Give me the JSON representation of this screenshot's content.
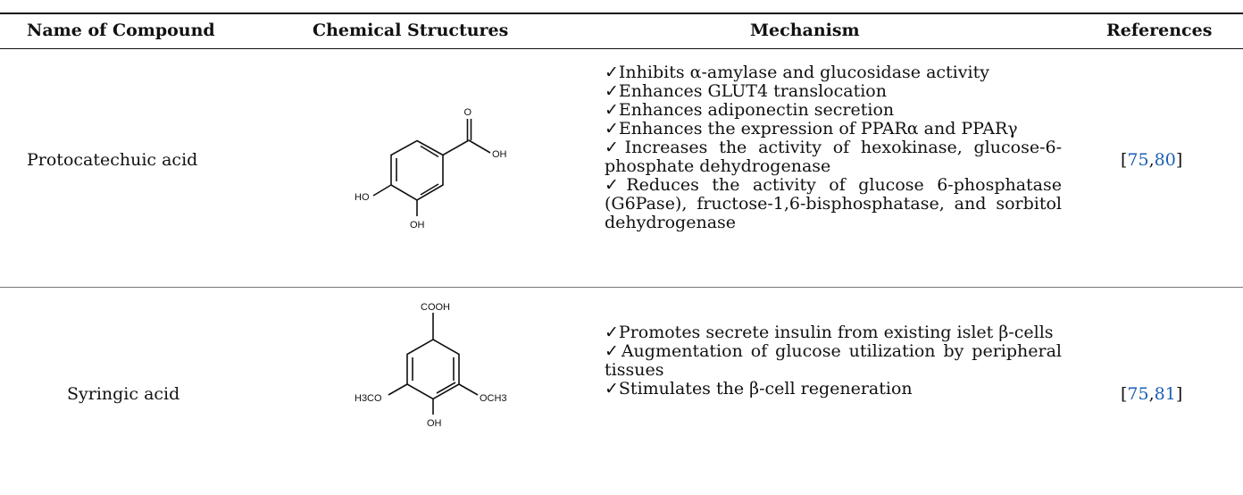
{
  "table": {
    "headers": [
      "Name of Compound",
      "Chemical Structures",
      "Mechanism",
      "References"
    ],
    "rows": [
      {
        "name": "Protocatechuic acid",
        "structure_labels": {
          "o_top": "O",
          "oh_right": "OH",
          "ho_left": "HO",
          "oh_bottom": "OH"
        },
        "mechanisms": [
          "✓Inhibits α-amylase and glucosidase activity",
          "✓Enhances GLUT4 translocation",
          "✓Enhances adiponectin secretion",
          "✓Enhances the expression of PPARα and PPARγ",
          "✓Increases the activity of hexokinase, glucose-6-phosphate dehydrogenase",
          "✓Reduces the activity of glucose 6-phosphatase (G6Pase), fructose-1,6-bisphosphatase, and sorbitol dehydrogenase"
        ],
        "ref_open": "[",
        "ref_a": "75",
        "ref_sep": ",",
        "ref_b": "80",
        "ref_close": "]"
      },
      {
        "name": "Syringic acid",
        "structure_labels": {
          "cooh_top": "COOH",
          "h3co": "H3CO",
          "och3": "OCH3",
          "oh_bottom": "OH"
        },
        "mechanisms": [
          "✓Promotes secrete insulin from existing islet β-cells",
          "✓Augmentation of glucose utilization by peripheral tissues",
          "✓Stimulates the β-cell regeneration"
        ],
        "ref_open": "[",
        "ref_a": "75",
        "ref_sep": ",",
        "ref_b": "81",
        "ref_close": "]"
      }
    ]
  },
  "colors": {
    "link": "#1a5fb4",
    "rule": "#111111"
  }
}
